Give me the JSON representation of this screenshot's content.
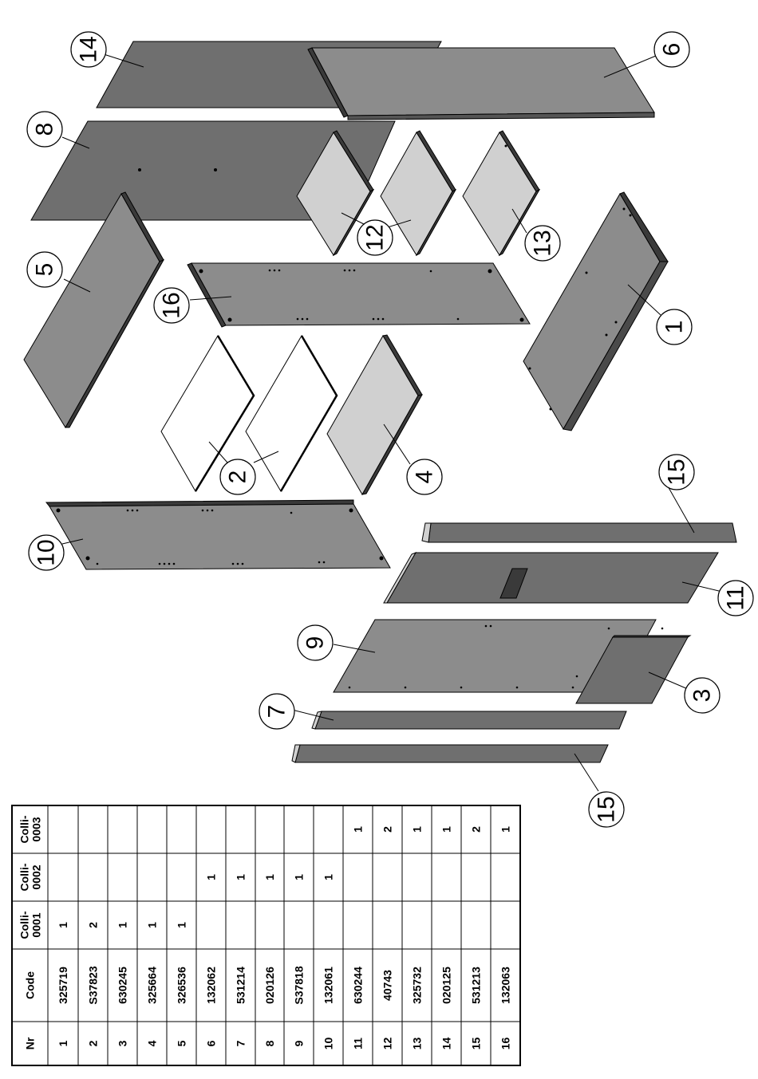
{
  "parts_table": {
    "headers": {
      "nr": "Nr",
      "code": "Code",
      "colli_0001": [
        "Colli-",
        "0001"
      ],
      "colli_0002": [
        "Colli-",
        "0002"
      ],
      "colli_0003": [
        "Colli-",
        "0003"
      ]
    },
    "rows": [
      {
        "nr": "1",
        "code": "325719",
        "colli_0001": "1",
        "colli_0002": "",
        "colli_0003": ""
      },
      {
        "nr": "2",
        "code": "S37823",
        "colli_0001": "2",
        "colli_0002": "",
        "colli_0003": ""
      },
      {
        "nr": "3",
        "code": "630245",
        "colli_0001": "1",
        "colli_0002": "",
        "colli_0003": ""
      },
      {
        "nr": "4",
        "code": "325664",
        "colli_0001": "1",
        "colli_0002": "",
        "colli_0003": ""
      },
      {
        "nr": "5",
        "code": "326536",
        "colli_0001": "1",
        "colli_0002": "",
        "colli_0003": ""
      },
      {
        "nr": "6",
        "code": "132062",
        "colli_0001": "",
        "colli_0002": "1",
        "colli_0003": ""
      },
      {
        "nr": "7",
        "code": "531214",
        "colli_0001": "",
        "colli_0002": "1",
        "colli_0003": ""
      },
      {
        "nr": "8",
        "code": "020126",
        "colli_0001": "",
        "colli_0002": "1",
        "colli_0003": ""
      },
      {
        "nr": "9",
        "code": "S37818",
        "colli_0001": "",
        "colli_0002": "1",
        "colli_0003": ""
      },
      {
        "nr": "10",
        "code": "132061",
        "colli_0001": "",
        "colli_0002": "1",
        "colli_0003": ""
      },
      {
        "nr": "11",
        "code": "630244",
        "colli_0001": "",
        "colli_0002": "",
        "colli_0003": "1"
      },
      {
        "nr": "12",
        "code": "40743",
        "colli_0001": "",
        "colli_0002": "",
        "colli_0003": "2"
      },
      {
        "nr": "13",
        "code": "325732",
        "colli_0001": "",
        "colli_0002": "",
        "colli_0003": "1"
      },
      {
        "nr": "14",
        "code": "020125",
        "colli_0001": "",
        "colli_0002": "",
        "colli_0003": "1"
      },
      {
        "nr": "15",
        "code": "531213",
        "colli_0001": "",
        "colli_0002": "",
        "colli_0003": "2"
      },
      {
        "nr": "16",
        "code": "132063",
        "colli_0001": "",
        "colli_0002": "",
        "colli_0003": "1"
      }
    ]
  },
  "callouts": [
    "14",
    "6",
    "8",
    "12",
    "13",
    "5",
    "16",
    "1",
    "2",
    "4",
    "15",
    "10",
    "11",
    "9",
    "3",
    "7",
    "15"
  ],
  "colors": {
    "panel_dark": "#6f6f6f",
    "panel_mid": "#8c8c8c",
    "panel_light": "#d0d0d0",
    "panel_white": "#ffffff",
    "edge_dark": "#3a3a3a",
    "stroke": "#000000"
  }
}
